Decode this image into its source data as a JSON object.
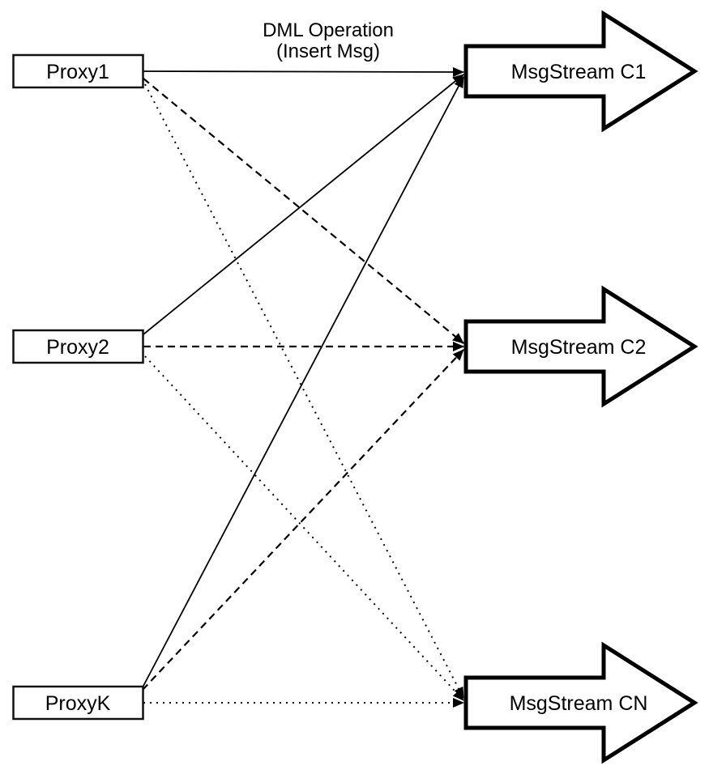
{
  "diagram": {
    "annotation": {
      "line1": "DML Operation",
      "line2": "(Insert Msg)"
    },
    "proxies": [
      {
        "id": "proxy1",
        "label": "Proxy1"
      },
      {
        "id": "proxy2",
        "label": "Proxy2"
      },
      {
        "id": "proxyk",
        "label": "ProxyK"
      }
    ],
    "streams": [
      {
        "id": "c1",
        "label": "MsgStream C1"
      },
      {
        "id": "c2",
        "label": "MsgStream C2"
      },
      {
        "id": "cn",
        "label": "MsgStream CN"
      }
    ],
    "edges": [
      {
        "from": "Proxy1",
        "to": "MsgStream C1",
        "style": "solid"
      },
      {
        "from": "Proxy2",
        "to": "MsgStream C1",
        "style": "solid"
      },
      {
        "from": "ProxyK",
        "to": "MsgStream C1",
        "style": "solid"
      },
      {
        "from": "Proxy1",
        "to": "MsgStream C2",
        "style": "dashed"
      },
      {
        "from": "Proxy2",
        "to": "MsgStream C2",
        "style": "dashed"
      },
      {
        "from": "ProxyK",
        "to": "MsgStream C2",
        "style": "dashed"
      },
      {
        "from": "Proxy1",
        "to": "MsgStream CN",
        "style": "dotted"
      },
      {
        "from": "Proxy2",
        "to": "MsgStream CN",
        "style": "dotted"
      },
      {
        "from": "ProxyK",
        "to": "MsgStream CN",
        "style": "dotted"
      }
    ],
    "colors": {
      "line": "#000000",
      "box_border": "#111111",
      "fill": "#ffffff",
      "background": "#ffffff"
    }
  }
}
